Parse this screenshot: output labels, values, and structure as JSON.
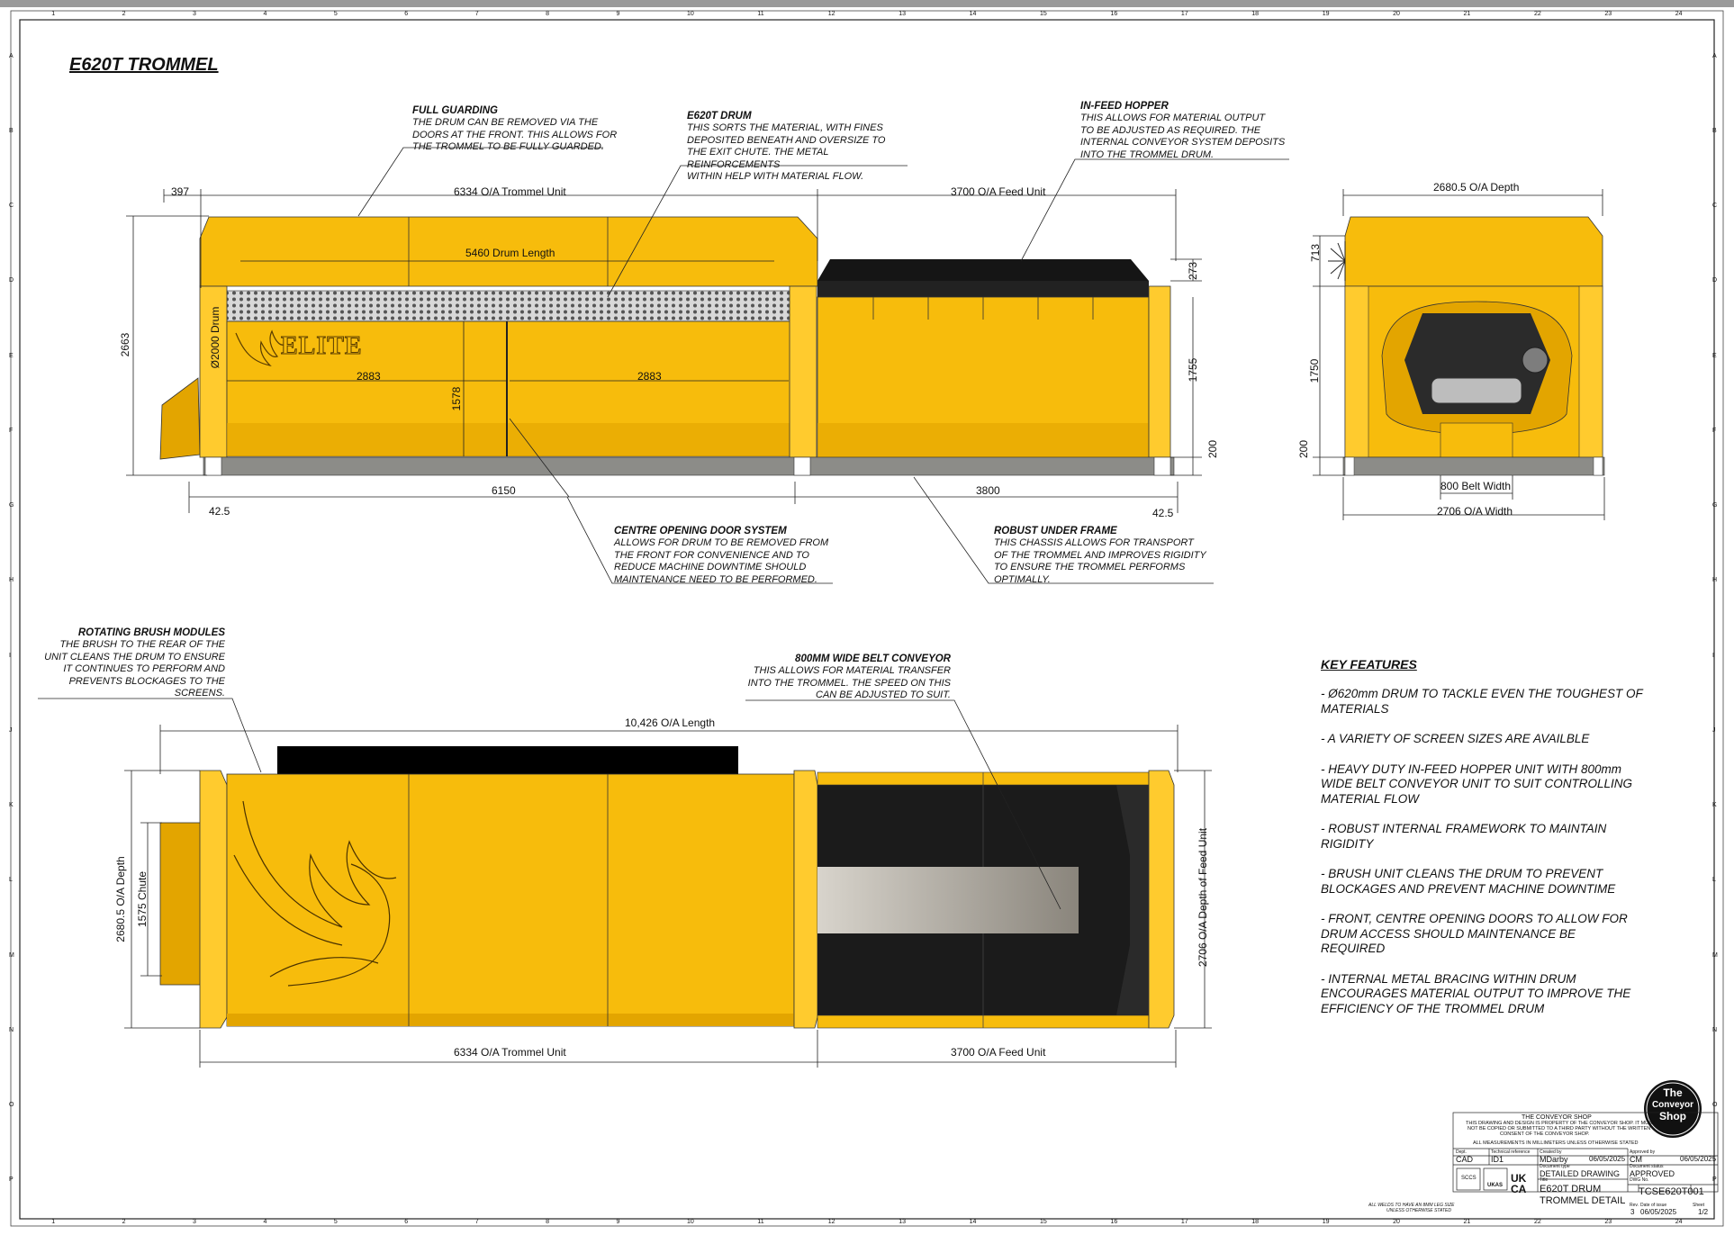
{
  "sheet": {
    "title": "E620T TROMMEL",
    "col_labels": [
      "1",
      "2",
      "3",
      "4",
      "5",
      "6",
      "7",
      "8",
      "9",
      "10",
      "11",
      "12",
      "13",
      "14",
      "15",
      "16",
      "17",
      "18",
      "19",
      "20",
      "21",
      "22",
      "23",
      "24"
    ],
    "row_labels": [
      "A",
      "B",
      "C",
      "D",
      "E",
      "F",
      "G",
      "H",
      "I",
      "J",
      "K",
      "L",
      "M",
      "N",
      "O",
      "P"
    ]
  },
  "callouts": {
    "full_guarding": {
      "title": "FULL GUARDING",
      "body": "THE DRUM CAN BE REMOVED VIA THE\nDOORS AT THE FRONT. THIS ALLOWS FOR\nTHE TROMMEL TO BE FULLY GUARDED."
    },
    "drum": {
      "title": "E620T DRUM",
      "body": "THIS SORTS THE MATERIAL, WITH FINES\nDEPOSITED BENEATH AND OVERSIZE TO\nTHE EXIT CHUTE. THE METAL REINFORCEMENTS\nWITHIN HELP WITH MATERIAL FLOW."
    },
    "hopper": {
      "title": "IN-FEED HOPPER",
      "body": "THIS ALLOWS FOR MATERIAL OUTPUT\nTO BE ADJUSTED AS REQUIRED. THE\nINTERNAL CONVEYOR SYSTEM DEPOSITS\nINTO THE TROMMEL DRUM."
    },
    "centre_door": {
      "title": "CENTRE OPENING DOOR SYSTEM",
      "body": "ALLOWS FOR DRUM TO BE REMOVED FROM\nTHE FRONT FOR CONVENIENCE AND TO\nREDUCE MACHINE DOWNTIME SHOULD\nMAINTENANCE NEED TO BE PERFORMED."
    },
    "under_frame": {
      "title": "ROBUST UNDER FRAME",
      "body": "THIS CHASSIS ALLOWS FOR TRANSPORT\nOF THE TROMMEL AND IMPROVES RIGIDITY\nTO ENSURE THE TROMMEL PERFORMS\nOPTIMALLY."
    },
    "brush": {
      "title": "ROTATING BRUSH MODULES",
      "body": "THE BRUSH TO THE REAR OF THE\nUNIT CLEANS THE DRUM TO ENSURE\nIT CONTINUES TO PERFORM AND\nPREVENTS BLOCKAGES TO THE\nSCREENS."
    },
    "belt": {
      "title": "800MM WIDE BELT CONVEYOR",
      "body": "THIS ALLOWS FOR MATERIAL TRANSFER\nINTO THE TROMMEL. THE SPEED ON THIS\nCAN BE ADJUSTED TO SUIT."
    }
  },
  "dims": {
    "d397": "397",
    "trommel_unit": "6334 O/A Trommel Unit",
    "feed_unit": "3700 O/A Feed Unit",
    "drum_length": "5460 Drum Length",
    "drum_dia": "Ø2000 Drum",
    "h2663": "2663",
    "d2883a": "2883",
    "d2883b": "2883",
    "h1578": "1578",
    "d6150": "6150",
    "d3800": "3800",
    "d42_5a": "42.5",
    "d42_5b": "42.5",
    "h273": "273",
    "h1755": "1755",
    "h200a": "200",
    "depth_top": "2680.5 O/A Depth",
    "h713": "713",
    "h1750": "1750",
    "h200b": "200",
    "belt_width": "800 Belt Width",
    "width": "2706 O/A Width",
    "oa_length": "10,426 O/A Length",
    "depth_left": "2680.5 O/A Depth",
    "chute": "1575 Chute",
    "feed_depth": "2706 O/A Depth of Feed Unit",
    "trommel_unit_b": "6334 O/A Trommel Unit",
    "feed_unit_b": "3700 O/A Feed Unit"
  },
  "brand_text": "ELITE",
  "key_features": {
    "title": "KEY FEATURES",
    "items": [
      "- Ø620mm DRUM TO TACKLE EVEN THE TOUGHEST OF\n  MATERIALS",
      "- A VARIETY OF SCREEN SIZES ARE AVAILBLE",
      "- HEAVY DUTY IN-FEED HOPPER UNIT WITH 800mm\n  WIDE BELT CONVEYOR UNIT TO SUIT CONTROLLING\n  MATERIAL FLOW",
      "- ROBUST INTERNAL FRAMEWORK TO MAINTAIN\n  RIGIDITY",
      "- BRUSH UNIT CLEANS THE DRUM TO PREVENT\n  BLOCKAGES AND PREVENT MACHINE DOWNTIME",
      "- FRONT, CENTRE OPENING DOORS TO ALLOW FOR\n  DRUM ACCESS SHOULD MAINTENANCE BE\n  REQUIRED",
      "- INTERNAL METAL BRACING WITHIN DRUM\n  ENCOURAGES MATERIAL OUTPUT TO IMPROVE THE\n  EFFICIENCY OF THE TROMMEL DRUM"
    ]
  },
  "logo": {
    "line1": "The",
    "line2": "Conveyor",
    "line3": "Shop"
  },
  "title_block": {
    "header": "THE CONVEYOR SHOP",
    "notice1": "THIS DRAWING AND DESIGN IS PROPERTY OF THE CONVEYOR SHOP. IT MUST",
    "notice2": "NOT BE COPIED OR SUBMITTED TO A THIRD PARTY WITHOUT THE WRITTEN",
    "notice3": "CONSENT OF THE CONVEYOR SHOP.",
    "notice4": "ALL MEASUREMENTS IN MILLIMETERS UNLESS OTHERWISE STATED",
    "dept_label": "Dept.",
    "dept": "CAD",
    "tech_ref_label": "Technical reference",
    "tech_ref": "ID1",
    "created_by_label": "Created by",
    "created_by": "MDarby",
    "created_date": "06/05/2025",
    "approved_by_label": "Approved by",
    "approved_by": "CM",
    "approved_date": "06/05/2025",
    "doc_type_label": "Document type",
    "doc_type": "DETAILED DRAWING",
    "doc_status_label": "Document status",
    "doc_status": "APPROVED",
    "title_label": "Title",
    "title_line1": "E620T DRUM",
    "title_line2": "TROMMEL DETAIL",
    "dwg_label": "DWG No.",
    "dwg_no": "TCSE620T001",
    "rev_label": "Rev.",
    "rev": "3",
    "issue_label": "Date of issue",
    "issue_date": "06/05/2025",
    "sheet_label": "Sheet",
    "sheet": "1/2",
    "weld_note1": "ALL WELDS TO HAVE AN 8MM LEG SIZE",
    "weld_note2": "UNLESS OTHERWISE STATED",
    "cert1": "SCCS",
    "cert2": "UKAS",
    "cert3": "UK",
    "cert4": "CA"
  },
  "colors": {
    "yellow": "#F7BC0C",
    "yellow_dark": "#E3A500",
    "yellow_light": "#FFCB2E",
    "black": "#151515",
    "frame_grey": "#8C8C88"
  }
}
